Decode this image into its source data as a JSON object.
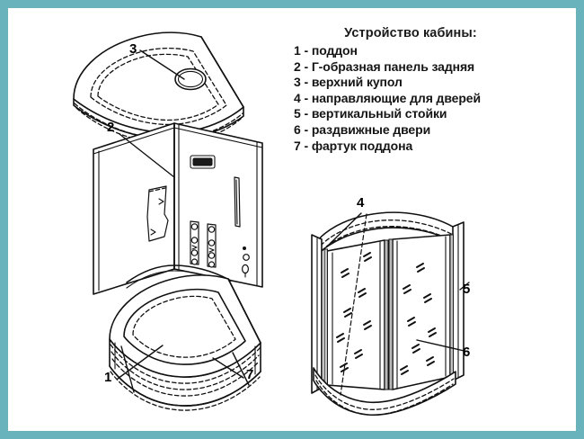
{
  "image": {
    "border_color": "#69b3bd",
    "background_color": "#ffffff",
    "line_color": "#000000"
  },
  "legend": {
    "title": "Устройство кабины:",
    "separator": "-",
    "items": [
      {
        "num": "1",
        "label": "поддон"
      },
      {
        "num": "2",
        "label": "Г-образная панель задняя"
      },
      {
        "num": "3",
        "label": "верхний купол"
      },
      {
        "num": "4",
        "label": "направляющие для дверей"
      },
      {
        "num": "5",
        "label": "вертикальный стойки"
      },
      {
        "num": "6",
        "label": "раздвижные двери"
      },
      {
        "num": "7",
        "label": "фартук поддона"
      }
    ]
  },
  "callouts": {
    "dome": "3",
    "back_panel": "2",
    "tray": "1",
    "apron": "7",
    "rails": "4",
    "posts": "5",
    "doors": "6"
  },
  "parts": {
    "dome_name": "верхний купол",
    "back_panel_name": "Г-образная панель задняя",
    "tray_name": "поддон",
    "apron_name": "фартук поддона",
    "rails_name": "направляющие для дверей",
    "posts_name": "вертикальный стойки",
    "doors_name": "раздвижные двери"
  }
}
